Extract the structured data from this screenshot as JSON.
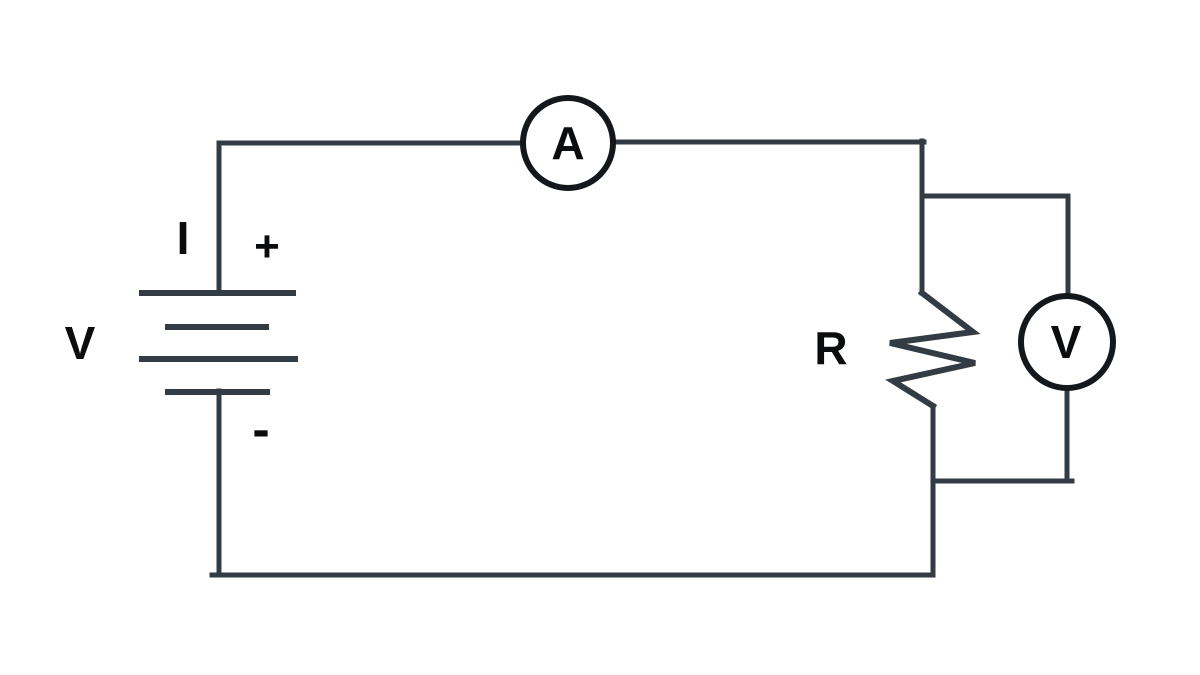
{
  "diagram": {
    "type": "circuit",
    "description": "DC circuit with a battery, an ammeter in series, and a resistor with a voltmeter connected in parallel",
    "colors": {
      "wire": "#333b45",
      "component": "#14171c",
      "label": "#0b0c0e",
      "background": "#ffffff"
    },
    "battery": {
      "voltage_label": "V",
      "current_label": "I",
      "positive_label": "+",
      "negative_label": "-"
    },
    "ammeter": {
      "label": "A"
    },
    "voltmeter": {
      "label": "V"
    },
    "resistor": {
      "label": "R"
    }
  }
}
